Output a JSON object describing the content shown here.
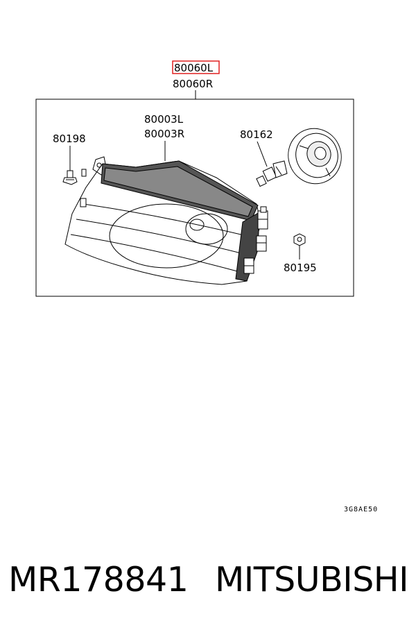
{
  "diagram": {
    "assembly_left": "80060L",
    "assembly_right": "80060R",
    "lens_left": "80003L",
    "lens_right": "80003R",
    "screw": "80198",
    "bulb": "80162",
    "nut": "80195",
    "figure_code": "3G8AE50",
    "highlight_color": "#e02020"
  },
  "footer": {
    "part_number": "MR178841",
    "brand": "MITSUBISHI"
  }
}
